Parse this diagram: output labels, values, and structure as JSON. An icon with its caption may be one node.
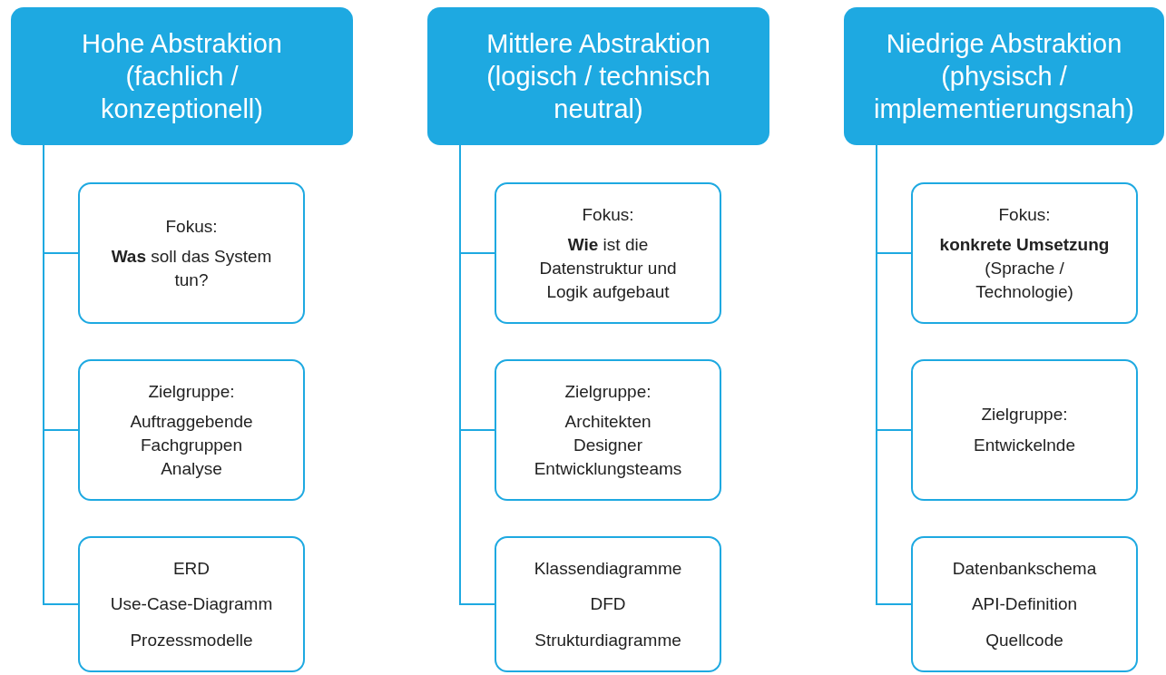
{
  "diagram": {
    "nodes": [
      {
        "text": [
          "Hohe Abstraktion (fachlich / konzeptionell)"
        ]
      },
      {
        "text": [
          "Fokus:",
          "**Was** soll das System tun?"
        ]
      },
      {
        "text": [
          "Zielgruppe:",
          "Auftraggebende",
          "Fachgruppen",
          "Analyse"
        ]
      },
      {
        "text": [
          "ERD",
          "Use-Case-Diagramm",
          "Prozessmodelle"
        ]
      },
      {
        "text": [
          "Mittlere Abstraktion (logisch / technisch neutral)"
        ]
      },
      {
        "text": [
          "Fokus:",
          "**Wie** ist die Datenstruktur und Logik aufgebaut"
        ]
      },
      {
        "text": [
          "Zielgruppe:",
          "Architekten",
          "Designer",
          "Entwicklungsteams"
        ]
      },
      {
        "text": [
          "Klassendiagramme",
          "DFD",
          "Strukturdiagramme"
        ]
      },
      {
        "text": [
          "Niedrige Abstraktion (physisch / implementierungsnah)"
        ]
      },
      {
        "text": [
          "Fokus:",
          "**konkrete Umsetzung** (Sprache / Technologie)"
        ]
      },
      {
        "text": [
          "Zielgruppe:",
          "Entwickelnde"
        ]
      },
      {
        "text": [
          "Datenbankschema",
          "API-Definition",
          "Quellcode"
        ]
      }
    ],
    "edges": [
      {
        "from": 0,
        "to": 1,
        "arrow": "none"
      },
      {
        "from": 0,
        "to": 2,
        "arrow": "none"
      },
      {
        "from": 0,
        "to": 3,
        "arrow": "none"
      },
      {
        "from": 4,
        "to": 5,
        "arrow": "none"
      },
      {
        "from": 4,
        "to": 6,
        "arrow": "none"
      },
      {
        "from": 4,
        "to": 7,
        "arrow": "none"
      },
      {
        "from": 8,
        "to": 9,
        "arrow": "none"
      },
      {
        "from": 8,
        "to": 10,
        "arrow": "none"
      },
      {
        "from": 8,
        "to": 11,
        "arrow": "none"
      }
    ]
  }
}
